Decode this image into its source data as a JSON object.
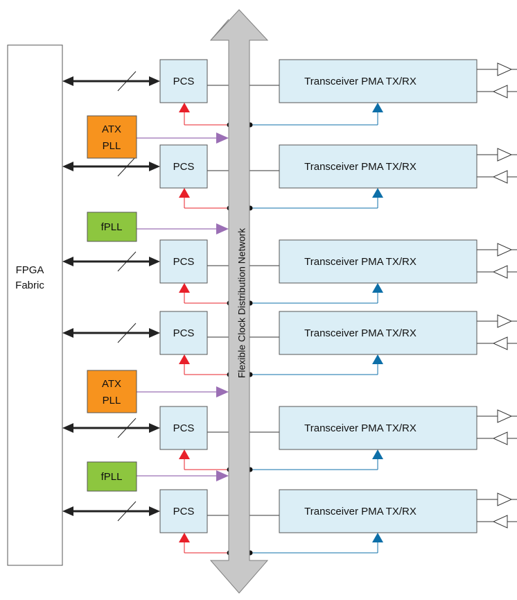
{
  "fabric": {
    "line1": "FPGA",
    "line2": "Fabric"
  },
  "network_label": "Flexible Clock Distribution Network",
  "pcs_label": "PCS",
  "pma_label": "Transceiver PMA TX/RX",
  "plls": [
    {
      "line1": "ATX",
      "line2": "PLL",
      "kind": "atx"
    },
    {
      "line1": "fPLL",
      "line2": "",
      "kind": "fpll"
    },
    {
      "line1": "ATX",
      "line2": "PLL",
      "kind": "atx"
    },
    {
      "line1": "fPLL",
      "line2": "",
      "kind": "fpll"
    }
  ],
  "channel_count": 6,
  "colors": {
    "block_fill": "#dbeef6",
    "atx_fill": "#f7931e",
    "fpll_fill": "#8dc63f",
    "network_fill": "#c8c8c8",
    "pcs_clock_arrow": "#e8202a",
    "pma_clock_arrow": "#0d6fa8",
    "pll_output": "#9b6fb5",
    "data_bus": "#222222"
  }
}
